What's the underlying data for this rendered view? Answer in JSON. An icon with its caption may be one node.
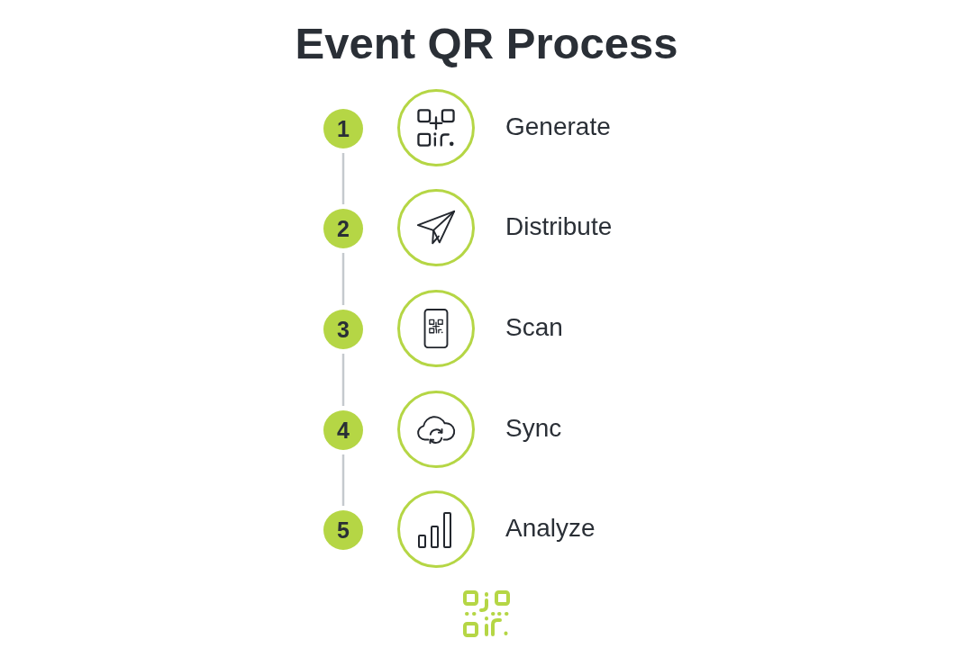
{
  "diagram": {
    "title": "Event QR Process",
    "nodes": [
      {
        "text": [
          "1"
        ]
      },
      {
        "text": [],
        "shape": "circle",
        "beside": [
          "Generate"
        ]
      },
      {
        "text": [
          "2"
        ]
      },
      {
        "text": [],
        "shape": "circle",
        "beside": [
          "Distribute"
        ]
      },
      {
        "text": [
          "3"
        ]
      },
      {
        "text": [],
        "shape": "circle",
        "beside": [
          "Scan"
        ]
      },
      {
        "text": [
          "4"
        ]
      },
      {
        "text": [],
        "shape": "circle",
        "beside": [
          "Sync"
        ]
      },
      {
        "text": [
          "5"
        ]
      },
      {
        "text": [],
        "shape": "circle",
        "beside": [
          "Analyze"
        ]
      }
    ],
    "edges": [
      {
        "from": 0,
        "to": 2,
        "arrow": "none"
      },
      {
        "from": 2,
        "to": 4,
        "arrow": "none"
      },
      {
        "from": 4,
        "to": 6,
        "arrow": "none"
      },
      {
        "from": 6,
        "to": 8,
        "arrow": "none"
      }
    ]
  }
}
